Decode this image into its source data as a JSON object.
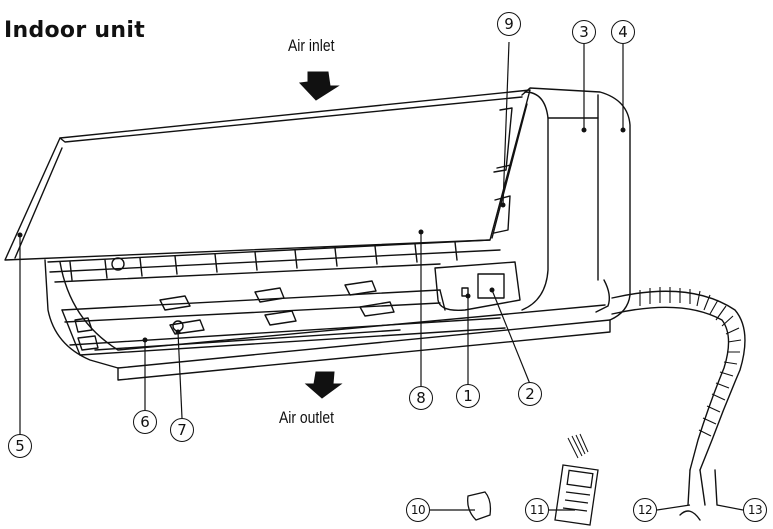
{
  "title": "Indoor unit",
  "labels": {
    "air_inlet": "Air inlet",
    "air_outlet": "Air outlet"
  },
  "callouts": [
    "1",
    "2",
    "3",
    "4",
    "5",
    "6",
    "7",
    "8",
    "9",
    "10",
    "11",
    "12",
    "13"
  ]
}
